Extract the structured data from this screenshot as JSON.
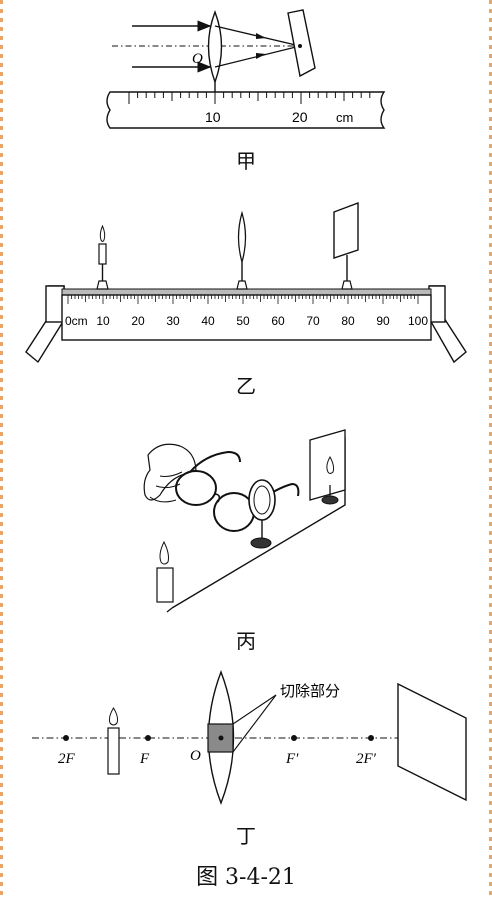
{
  "figure_title": "图 3-4-21",
  "panels": {
    "jia": {
      "caption": "甲",
      "center_label": "O",
      "ruler_labels": [
        "10",
        "20",
        "cm"
      ]
    },
    "yi": {
      "caption": "乙",
      "bench_labels": [
        "0cm",
        "10",
        "20",
        "30",
        "40",
        "50",
        "60",
        "70",
        "80",
        "90",
        "100"
      ]
    },
    "bing": {
      "caption": "丙"
    },
    "ding": {
      "caption": "丁",
      "cut_label": "切除部分",
      "axis_labels": [
        "2F",
        "F",
        "O",
        "F′",
        "2F′"
      ]
    }
  },
  "colors": {
    "ink": "#111111",
    "cut_fill": "#8a8a8a",
    "page_edge": "#e9a46a"
  }
}
